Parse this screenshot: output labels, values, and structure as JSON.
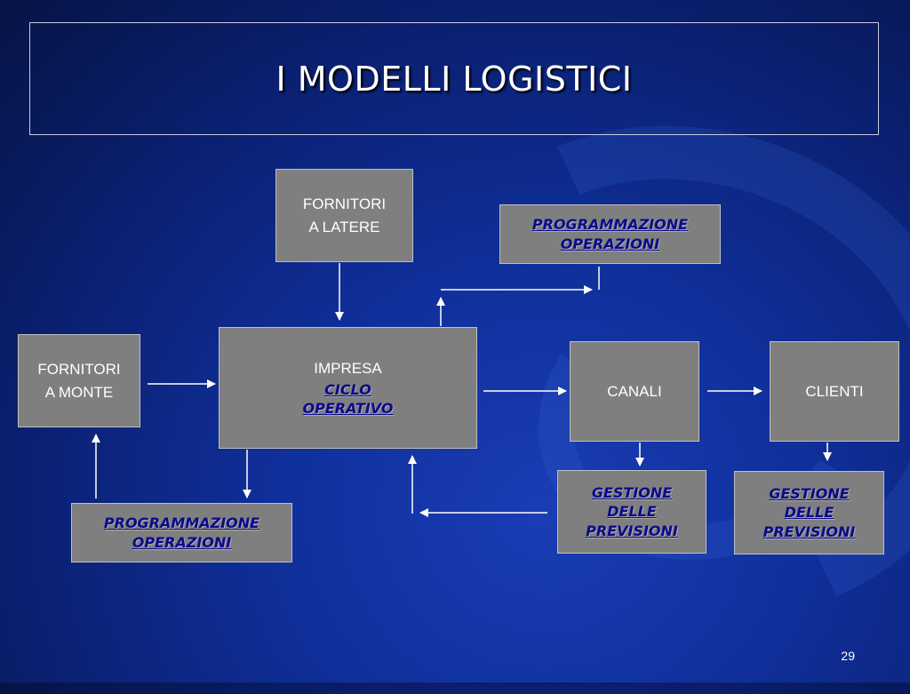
{
  "slide": {
    "title": "I MODELLI LOGISTICI",
    "page_number": "29"
  },
  "nodes": {
    "fornitori_laterale": {
      "line1": "FORNITORI",
      "line2": "A LATERE"
    },
    "programmazione_top": {
      "line1": "PROGRAMMAZIONE",
      "line2": "OPERAZIONI"
    },
    "fornitori_monte": {
      "line1": "FORNITORI",
      "line2": "A MONTE"
    },
    "impresa": {
      "line1": "IMPRESA",
      "link1": "CICLO",
      "link2": "OPERATIVO"
    },
    "canali": {
      "label": "CANALI"
    },
    "clienti": {
      "label": "CLIENTI"
    },
    "gestione_canali": {
      "line1": "GESTIONE",
      "line2": "DELLE",
      "line3": "PREVISIONI"
    },
    "gestione_clienti": {
      "line1": "GESTIONE",
      "line2": "DELLE",
      "line3": "PREVISIONI"
    },
    "programmazione_bottom": {
      "line1": "PROGRAMMAZIONE",
      "line2": "OPERAZIONI"
    }
  },
  "colors": {
    "box_fill": "#7f7f7f",
    "link_text": "#0a0a8c",
    "arrow": "#ffffff"
  }
}
